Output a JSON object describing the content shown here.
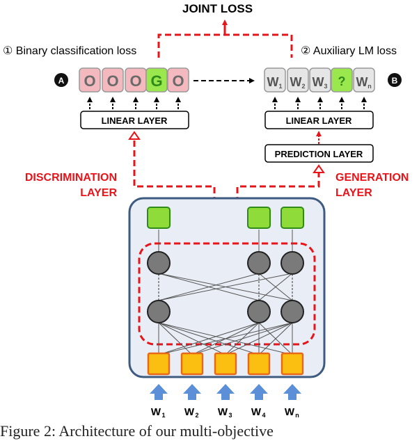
{
  "joint_loss": "JOINT LOSS",
  "loss_1": "① Binary classification loss",
  "loss_2": "② Auxiliary LM loss",
  "badge_a": "A",
  "badge_b": "B",
  "left_tokens": [
    "O",
    "O",
    "O",
    "G",
    "O"
  ],
  "right_tokens": [
    "W",
    "W",
    "W",
    "?",
    "W"
  ],
  "right_token_subs": [
    "1",
    "2",
    "3",
    "",
    "n"
  ],
  "linear_layer_left": "LINEAR LAYER",
  "linear_layer_right": "LINEAR LAYER",
  "prediction_layer": "PREDICTION LAYER",
  "discrimination_layer": "DISCRIMINATION LAYER",
  "discrimination_line1": "DISCRIMINATION",
  "discrimination_line2": "LAYER",
  "generation_line1": "GENERATION",
  "generation_line2": "LAYER",
  "input_words": [
    "W",
    "W",
    "W",
    "W",
    "W"
  ],
  "input_subs": [
    "1",
    "2",
    "3",
    "4",
    "n"
  ],
  "caption": "Figure 2: Architecture of our multi-objective",
  "colors": {
    "red_dash": "#e8141a",
    "pink_token": "#f4b9bf",
    "green_token": "#9be84e",
    "gray_token": "#e6e6e6",
    "panel_fill": "#e9edf6",
    "panel_stroke": "#3d5a80",
    "node_fill": "#7a7a7a",
    "input_fill": "#fbbf12",
    "input_stroke": "#e8681a",
    "output_fill": "#8fdb3a",
    "output_stroke": "#2f8a1a",
    "arrow_blue": "#5b8fd8"
  }
}
